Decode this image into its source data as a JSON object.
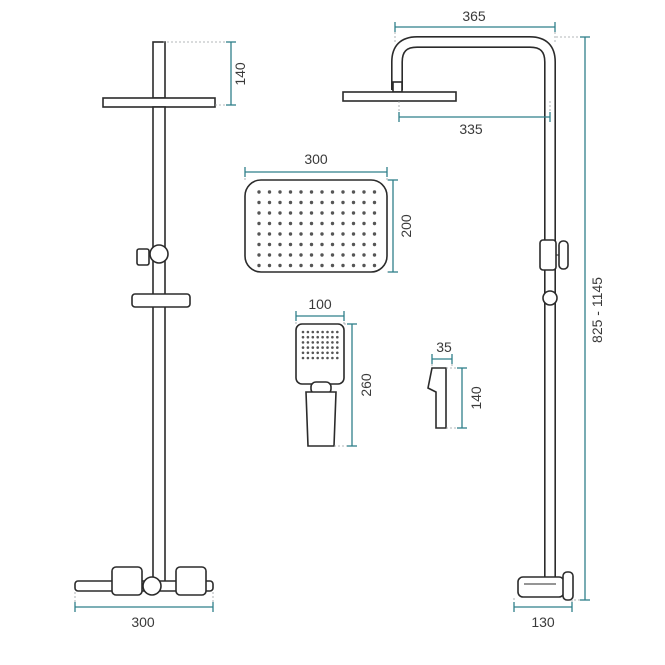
{
  "dimensions": {
    "top_arm_height": "140",
    "left_base_width": "300",
    "right_arm_reach": "365",
    "right_head_width": "335",
    "head_width": "300",
    "head_height": "200",
    "hand_width": "100",
    "hand_height": "260",
    "spout_width": "35",
    "spout_height": "140",
    "column_height": "825 - 1145",
    "right_base_width": "130"
  },
  "colors": {
    "dimension_line": "#2f7f8a",
    "extension_line": "#9aa0a4",
    "outline": "#2b2b2b"
  }
}
